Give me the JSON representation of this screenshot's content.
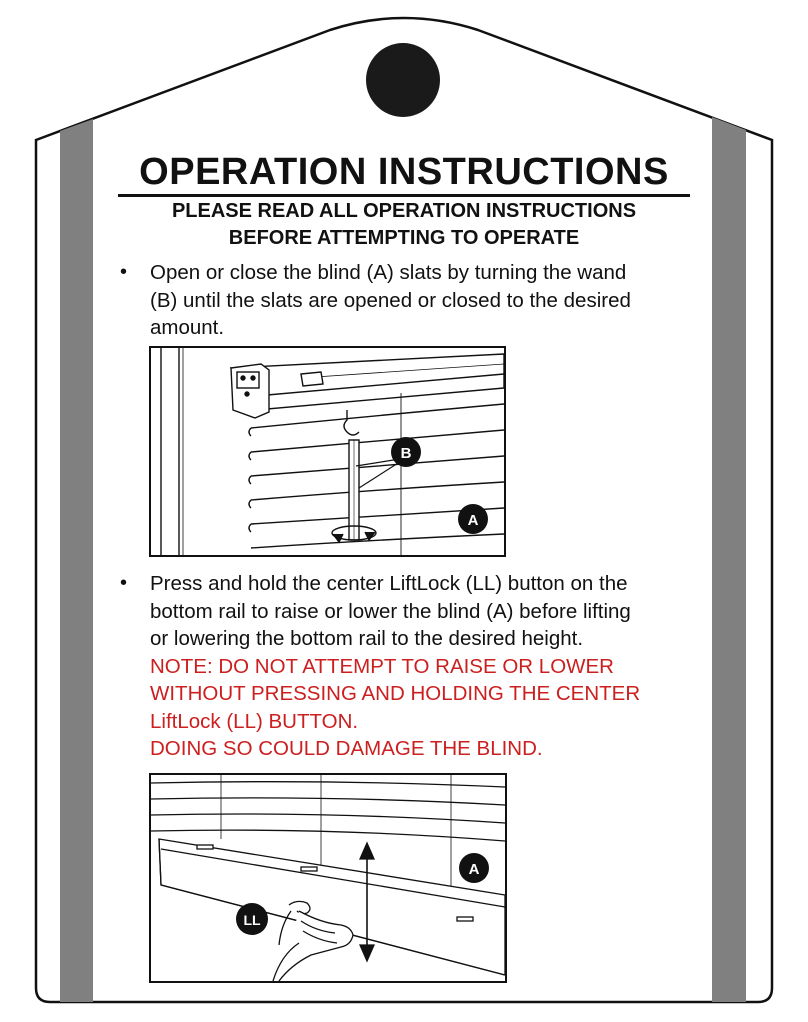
{
  "header": {
    "title": "OPERATION INSTRUCTIONS",
    "subtitle_line1": "PLEASE READ ALL OPERATION INSTRUCTIONS",
    "subtitle_line2": "BEFORE ATTEMPTING TO OPERATE"
  },
  "steps": [
    {
      "bullet": "•",
      "lines": [
        "Open or close the blind (A) slats by turning the wand",
        "(B) until the slats are opened or closed to the desired",
        "amount."
      ],
      "figure": {
        "callouts": [
          "B",
          "A"
        ]
      }
    },
    {
      "bullet": "•",
      "lines": [
        "Press and hold the center LiftLock (LL) button on the",
        "bottom rail to raise or lower the blind (A) before lifting",
        "or lowering the bottom rail to the desired height."
      ],
      "warning_lines": [
        "NOTE: DO NOT ATTEMPT TO RAISE OR LOWER",
        "WITHOUT PRESSING AND HOLDING THE CENTER",
        "LiftLock (LL) BUTTON.",
        "DOING SO COULD DAMAGE THE BLIND."
      ],
      "figure": {
        "callouts": [
          "A",
          "LL"
        ]
      }
    }
  ],
  "colors": {
    "outline": "#111111",
    "side_stripe": "#808080",
    "warning": "#cc1f1f"
  }
}
